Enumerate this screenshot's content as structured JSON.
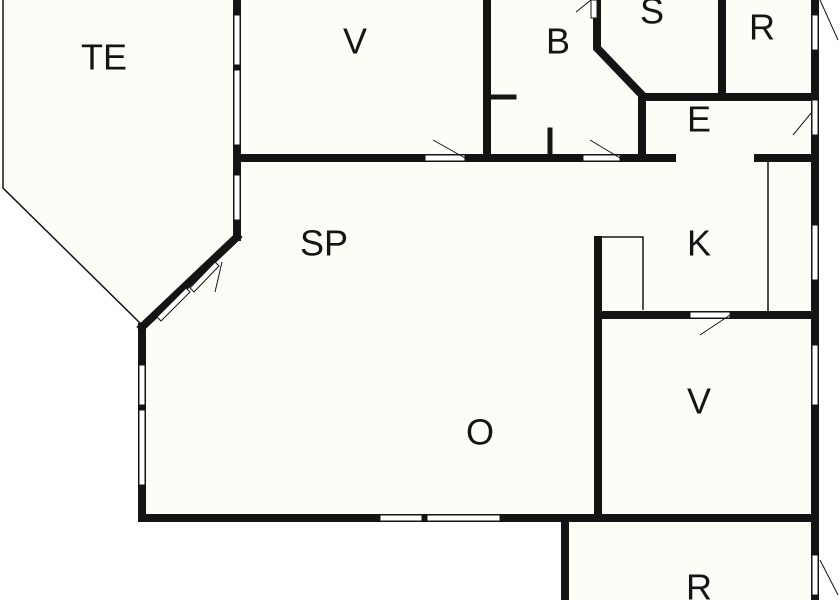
{
  "floorplan": {
    "rooms": [
      {
        "id": "te",
        "label": "TE"
      },
      {
        "id": "v-top",
        "label": "V"
      },
      {
        "id": "b",
        "label": "B"
      },
      {
        "id": "s",
        "label": "S"
      },
      {
        "id": "r-top",
        "label": "R"
      },
      {
        "id": "e",
        "label": "E"
      },
      {
        "id": "sp",
        "label": "SP"
      },
      {
        "id": "k",
        "label": "K"
      },
      {
        "id": "v-lower",
        "label": "V"
      },
      {
        "id": "o",
        "label": "O"
      },
      {
        "id": "r-bottom",
        "label": "R"
      }
    ],
    "colors": {
      "wall": "#141414",
      "floor": "#fdfdf8",
      "background": "#ffffff"
    }
  }
}
